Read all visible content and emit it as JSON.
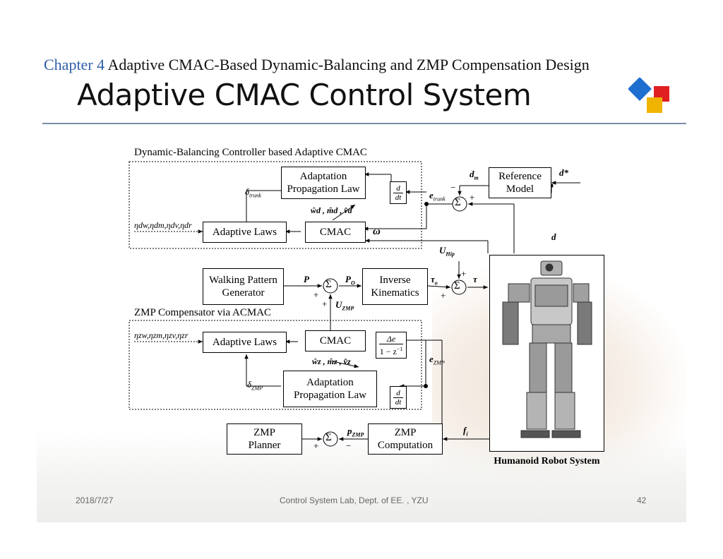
{
  "header": {
    "chapter_label": "Chapter 4",
    "chapter_title": "Adaptive CMAC-Based Dynamic-Balancing and ZMP Compensation Design",
    "slide_title": "Adaptive CMAC Control System"
  },
  "diagram": {
    "section_top": "Dynamic-Balancing Controller based Adaptive CMAC",
    "section_zmp": "ZMP Compensator via ACMAC",
    "blocks": {
      "adaptation_top": "Adaptation\nPropagation Law",
      "adaptive_laws_top": "Adaptive Laws",
      "cmac_top": "CMAC",
      "reference_model": "Reference\nModel",
      "walking_pattern": "Walking Pattern\nGenerator",
      "inverse_kinematics": "Inverse\nKinematics",
      "adaptive_laws_zmp": "Adaptive Laws",
      "cmac_zmp": "CMAC",
      "adaptation_zmp": "Adaptation\nPropagation Law",
      "zmp_planner": "ZMP\nPlanner",
      "zmp_computation": "ZMP\nComputation"
    },
    "symbols": {
      "delta_trunk": "δ",
      "delta_trunk_sub": "trunk",
      "eta_top": "η",
      "eta_top_full": "ηdw,ηdm,ηdv,ηdr",
      "eta_zmp_full": "ηzw,ηzm,ηzv,ηzr",
      "weights_top": "ŵd , m̂d , v̂d",
      "weights_zmp": "ŵz , m̂z , v̂z",
      "omega": "ω",
      "dm": "d",
      "dm_sub": "m",
      "d_star": "d*",
      "d": "d",
      "e_trunk": "e",
      "e_trunk_sub": "trunk",
      "u_hip": "U",
      "u_hip_sub": "Hip",
      "p": "P",
      "p_o": "P",
      "p_o_sub": "O",
      "u_zmp": "U",
      "u_zmp_sub": "ZMP",
      "tau_o": "τ",
      "tau_o_sub": "o",
      "tau": "τ",
      "delta_e": "Δe",
      "one_minus_z": "1 − z",
      "one_minus_z_sup": "−1",
      "e_zmp": "e",
      "e_zmp_sub": "ZMP",
      "delta_zmp": "δ",
      "delta_zmp_sub": "ZMP",
      "p_zmp": "p",
      "p_zmp_sub": "ZMP",
      "f_i": "f",
      "f_i_sub": "i",
      "deriv_num": "d",
      "deriv_den": "dt",
      "sum": "Σ",
      "plus": "+",
      "minus": "−"
    },
    "robot_caption": "Humanoid Robot System"
  },
  "footer": {
    "date": "2018/7/27",
    "lab": "Control System Lab, Dept. of EE. , YZU",
    "page": "42"
  },
  "colors": {
    "chapter_accent": "#2f5fa8",
    "rule": "#7a8ea8",
    "logo_blue": "#1f6fd0",
    "logo_red": "#e02020",
    "logo_yellow": "#f0b400"
  }
}
